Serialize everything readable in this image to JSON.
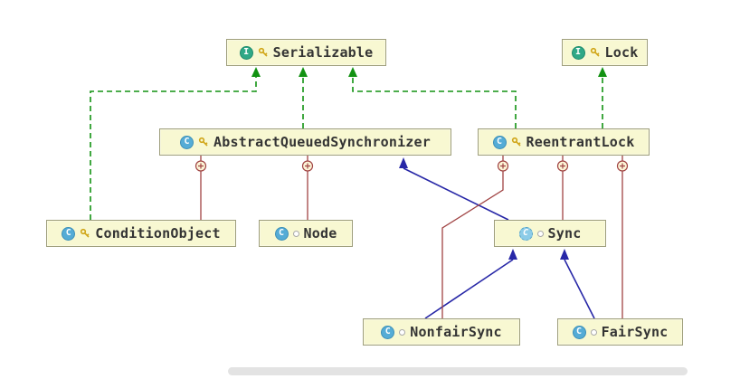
{
  "diagram": {
    "kind": "uml-class-diagram",
    "icon_glyphs": {
      "interface": "I",
      "class": "C"
    },
    "nodes": {
      "serializable": {
        "label": "Serializable",
        "kind": "interface",
        "visibility": "public"
      },
      "lock": {
        "label": "Lock",
        "kind": "interface",
        "visibility": "public"
      },
      "aqs": {
        "label": "AbstractQueuedSynchronizer",
        "kind": "class",
        "visibility": "public"
      },
      "reentrantlock": {
        "label": "ReentrantLock",
        "kind": "class",
        "visibility": "public"
      },
      "conditionobject": {
        "label": "ConditionObject",
        "kind": "class",
        "visibility": "public"
      },
      "node": {
        "label": "Node",
        "kind": "class",
        "visibility": "package-private"
      },
      "sync": {
        "label": "Sync",
        "kind": "abstract-class",
        "visibility": "package-private"
      },
      "nonfairsync": {
        "label": "NonfairSync",
        "kind": "class",
        "visibility": "package-private"
      },
      "fairsync": {
        "label": "FairSync",
        "kind": "class",
        "visibility": "package-private"
      }
    },
    "edges": [
      {
        "from": "ConditionObject",
        "to": "Serializable",
        "type": "implements"
      },
      {
        "from": "AbstractQueuedSynchronizer",
        "to": "Serializable",
        "type": "implements"
      },
      {
        "from": "ReentrantLock",
        "to": "Serializable",
        "type": "implements"
      },
      {
        "from": "ReentrantLock",
        "to": "Lock",
        "type": "implements"
      },
      {
        "from": "Sync",
        "to": "AbstractQueuedSynchronizer",
        "type": "extends"
      },
      {
        "from": "NonfairSync",
        "to": "Sync",
        "type": "extends"
      },
      {
        "from": "FairSync",
        "to": "Sync",
        "type": "extends"
      },
      {
        "from": "AbstractQueuedSynchronizer",
        "to": "ConditionObject",
        "type": "inner-class"
      },
      {
        "from": "AbstractQueuedSynchronizer",
        "to": "Node",
        "type": "inner-class"
      },
      {
        "from": "ReentrantLock",
        "to": "Sync",
        "type": "inner-class"
      },
      {
        "from": "ReentrantLock",
        "to": "NonfairSync",
        "type": "inner-class"
      },
      {
        "from": "ReentrantLock",
        "to": "FairSync",
        "type": "inner-class"
      }
    ],
    "colors": {
      "implements_edge": "#129212",
      "extends_edge": "#2727a7",
      "inner_class_edge": "#a04343",
      "node_fill": "#f8f8d2",
      "node_border": "#9e9e7c"
    }
  }
}
